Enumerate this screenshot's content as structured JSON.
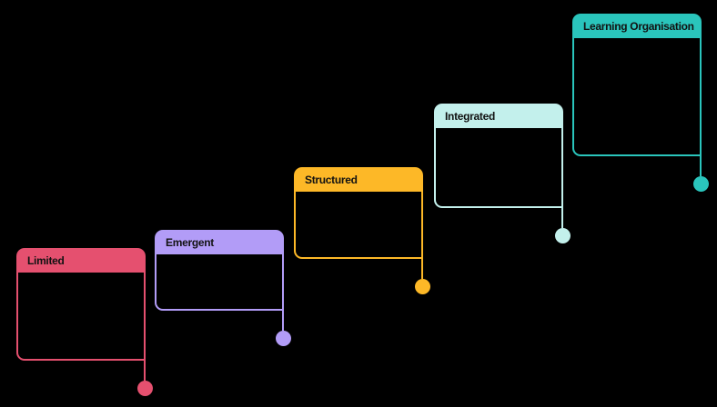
{
  "canvas": {
    "background_color": "#000000"
  },
  "diagram": {
    "type": "maturity-staircase",
    "title_text_color": "#121212",
    "stages": [
      {
        "label": "Limited",
        "color": "#E5506F"
      },
      {
        "label": "Emergent",
        "color": "#B29CF7"
      },
      {
        "label": "Structured",
        "color": "#FDB827"
      },
      {
        "label": "Integrated",
        "color": "#C3F0EC"
      },
      {
        "label": "Learning Organisation",
        "color": "#2AC5BC"
      }
    ]
  }
}
